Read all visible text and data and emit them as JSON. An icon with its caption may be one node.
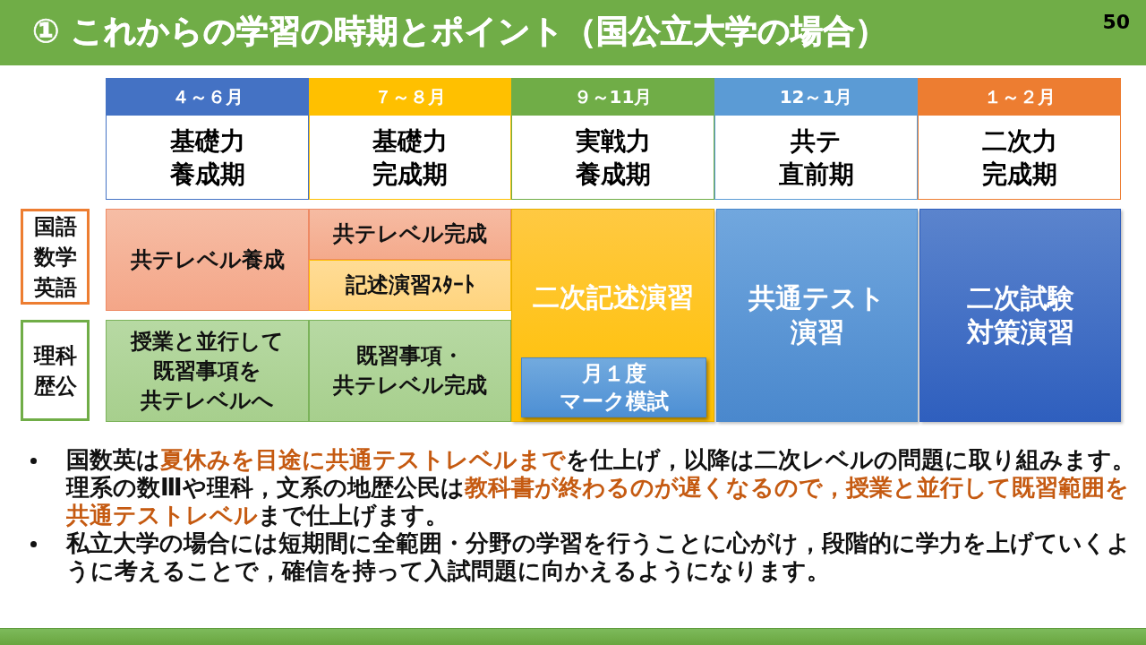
{
  "diagram": {
    "title": "① これからの学習の時期とポイント（国公立大学の場合）",
    "nodes": [
      {
        "text": [
          "４～６月",
          "基礎力養成期"
        ]
      },
      {
        "text": [
          "７～８月",
          "基礎力完成期"
        ]
      },
      {
        "text": [
          "９～11月",
          "実戦力養成期"
        ]
      },
      {
        "text": [
          "12～1月",
          "共テ直前期"
        ]
      },
      {
        "text": [
          "１～２月",
          "二次力完成期"
        ]
      },
      {
        "text": [
          "国語数学英語"
        ]
      },
      {
        "text": [
          "理科歴公"
        ]
      },
      {
        "text": [
          "共テレベル養成"
        ]
      },
      {
        "text": [
          "共テレベル完成"
        ]
      },
      {
        "text": [
          "記述演習ｽﾀｰﾄ"
        ]
      },
      {
        "text": [
          "授業と並行して既習事項を共テレベルへ"
        ]
      },
      {
        "text": [
          "既習事項・共テレベル完成"
        ]
      },
      {
        "text": [
          "二次記述演習"
        ]
      },
      {
        "text": [
          "月１度マーク模試"
        ],
        "in": 12
      },
      {
        "text": [
          "共通テスト演習"
        ]
      },
      {
        "text": [
          "二次試験対策演習"
        ]
      }
    ],
    "labels": [
      "50",
      "国数英は**夏休みを目途に共通テストレベルまで**を仕上げ，以降は二次レベルの問題に取り組みます。理系の数Ⅲや理科，文系の地歴公民は**教科書が終わるのが遅くなるので，授業と並行して既習範囲を共通テストレベル**まで仕上げます。",
      "私立大学の場合には短期間に全範囲・分野の学習を行うことに心がけ，段階的に学力を上げていくように考えることで，確信を持って入試問題に向かえるようになります。"
    ]
  }
}
